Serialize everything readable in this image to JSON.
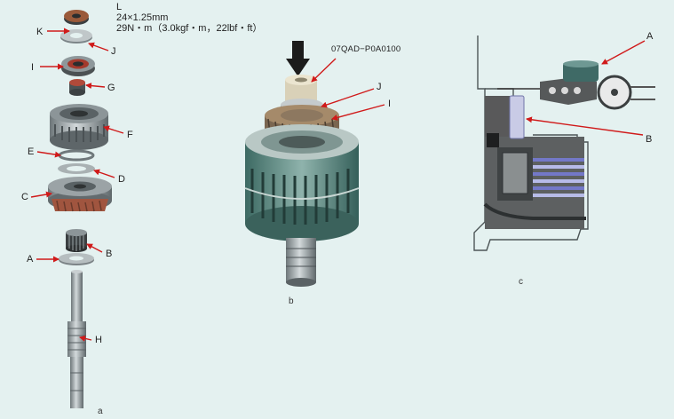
{
  "spec": {
    "label": "L",
    "thread": "24×1.25mm",
    "torque": "29N・m（3.0kgf・m，22lbf・ft）"
  },
  "panel_a": {
    "caption": "a",
    "parts": [
      "K",
      "J",
      "I",
      "G",
      "F",
      "E",
      "D",
      "C",
      "B",
      "A",
      "H"
    ]
  },
  "panel_b": {
    "caption": "b",
    "tool_code": "07QAD−P0A0100",
    "parts": [
      "J",
      "I"
    ]
  },
  "panel_c": {
    "caption": "c",
    "parts": [
      "A",
      "B"
    ]
  },
  "colors": {
    "background": "#e4f1f0",
    "arrow": "#d01a1a",
    "steel": "#9aa3a6",
    "teal": "#4f7f76"
  }
}
